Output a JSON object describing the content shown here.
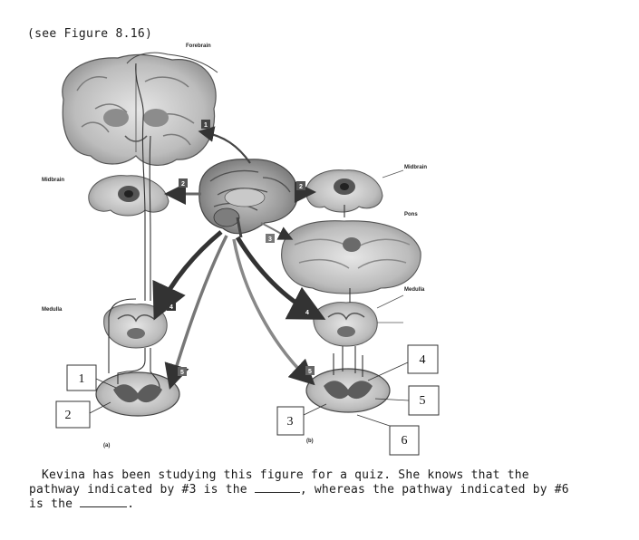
{
  "figure": {
    "caption": "(see Figure 8.16)",
    "region_labels": {
      "forebrain": "Forebrain",
      "midbrain_left": "Midbrain",
      "midbrain_right": "Midbrain",
      "pons": "Pons",
      "medulla_left": "Medulla",
      "medulla_right": "Medulla",
      "panel_a": "(a)",
      "panel_b": "(b)"
    },
    "pathway_markers": [
      "1",
      "2",
      "2",
      "3",
      "4",
      "4",
      "5",
      "5"
    ],
    "numbered_labels": [
      "1",
      "2",
      "3",
      "4",
      "5",
      "6"
    ]
  },
  "question": {
    "line_1": "Kevina has been studying this figure for a quiz. She knows that the",
    "line_2_before": "pathway indicated by #3 is the",
    "line_2_after": ", whereas the pathway indicated by #6",
    "line_3_before": "is the",
    "line_3_after": "."
  }
}
